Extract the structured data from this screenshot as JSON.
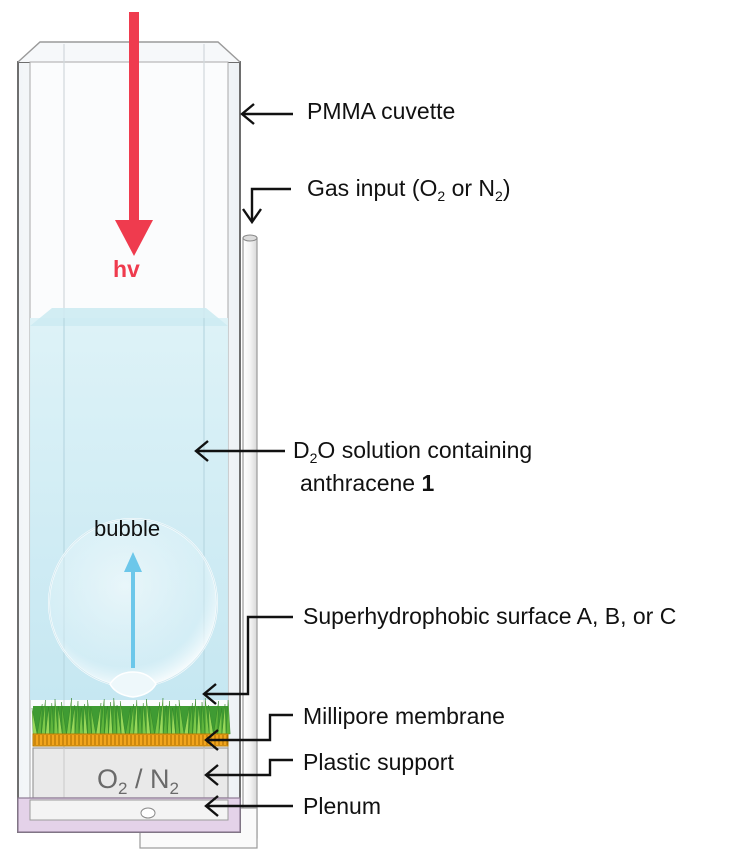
{
  "diagram": {
    "light_label": "hv",
    "bubble_label": "bubble",
    "plenum_gas": {
      "a": "O",
      "a_sub": "2",
      "sep": " / ",
      "b": "N",
      "b_sub": "2"
    },
    "labels": {
      "cuvette": "PMMA cuvette",
      "gas_input": {
        "prefix": "Gas input (O",
        "sub1": "2",
        "mid": " or N",
        "sub2": "2",
        "suffix": ")"
      },
      "solution": {
        "d": "D",
        "d_sub": "2",
        "rest": "O solution containing",
        "line2": "anthracene ",
        "line2_bold": "1"
      },
      "surface": "Superhydrophobic surface A, B, or C",
      "membrane": "Millipore membrane",
      "support": "Plastic support",
      "plenum": "Plenum"
    }
  }
}
